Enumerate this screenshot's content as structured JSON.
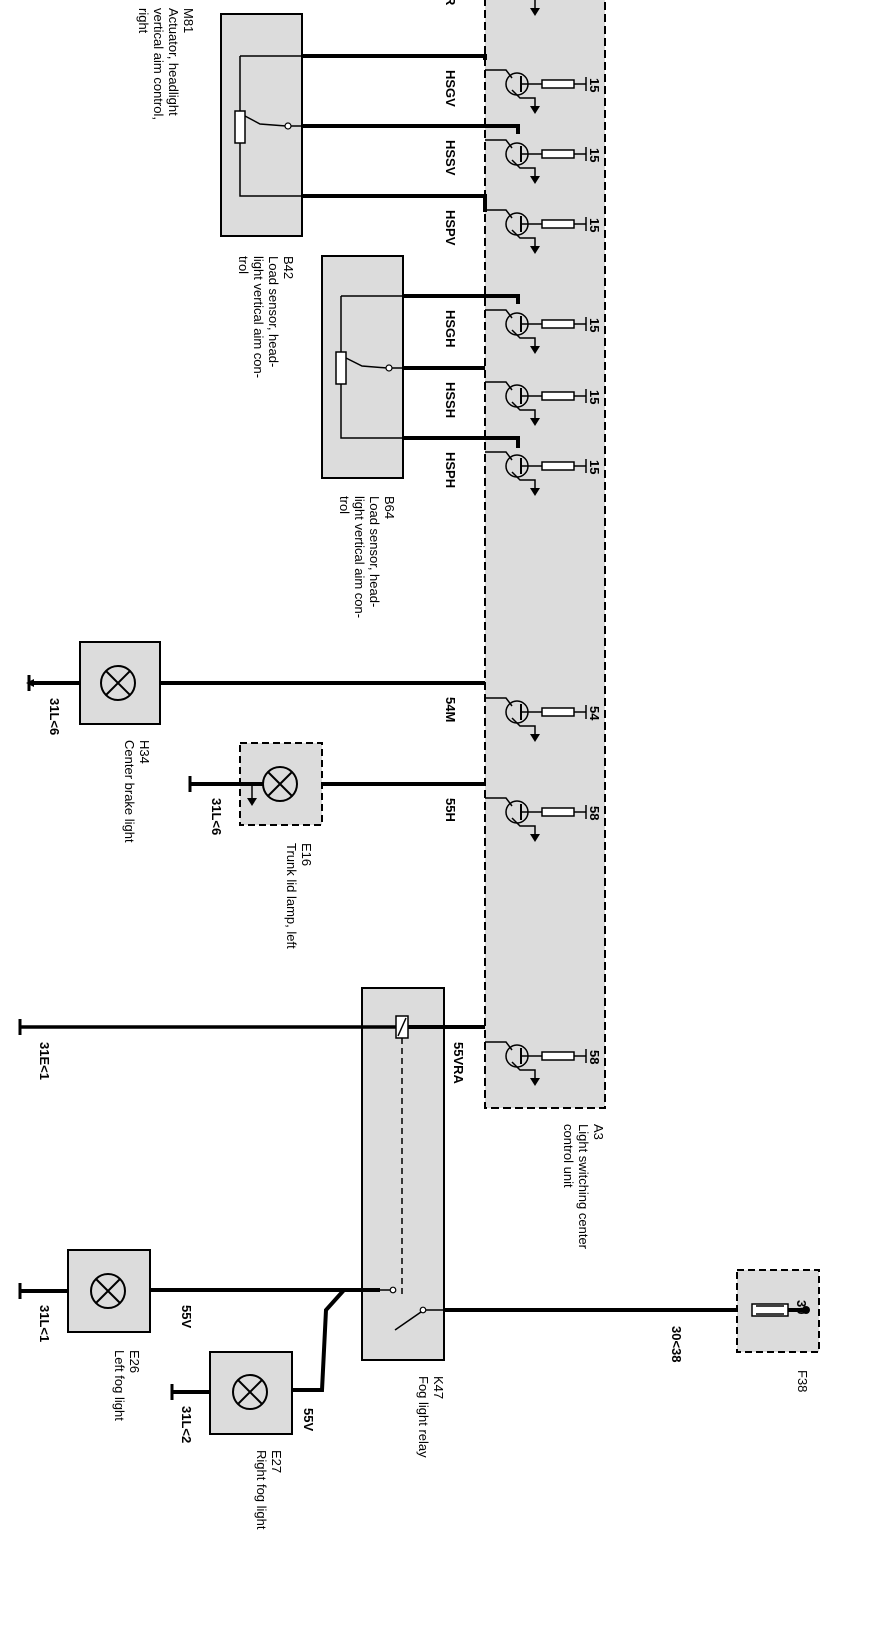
{
  "components": {
    "m81": {
      "id": "M81",
      "lines": [
        "Actuator, headlight",
        "vertical aim  control,",
        "right"
      ]
    },
    "b42": {
      "id": "B42",
      "lines": [
        "Load sensor, head-",
        "light vertical aim   con-",
        "trol"
      ]
    },
    "b64": {
      "id": "B64",
      "lines": [
        "Load sensor, head-",
        "light vertical aim   con-",
        "trol"
      ]
    },
    "h34": {
      "id": "H34",
      "lines": [
        "Center brake light"
      ]
    },
    "e16": {
      "id": "E16",
      "lines": [
        "Trunk lid lamp, left"
      ]
    },
    "a3": {
      "id": "A3",
      "lines": [
        "Light switching center",
        "control unit"
      ]
    },
    "k47": {
      "id": "K47",
      "lines": [
        "Fog light relay"
      ]
    },
    "e26": {
      "id": "E26",
      "lines": [
        "Left fog light"
      ]
    },
    "e27": {
      "id": "E27",
      "lines": [
        "Right fog light"
      ]
    },
    "f38": {
      "id": "F38",
      "lines": []
    }
  },
  "wire_codes": {
    "r": "R",
    "hsgv": "HSGV",
    "hssv": "HSSV",
    "hspv": "HSPV",
    "hsgh": "HSGH",
    "hssh": "HSSH",
    "hsph": "HSPH",
    "w54m": "54M",
    "w55h": "55H",
    "w55vra": "55VRA",
    "w55v_left": "55V",
    "w55v_right": "55V",
    "w30": "30<38"
  },
  "ecu_pins": [
    "15",
    "15",
    "15",
    "15",
    "15",
    "15",
    "54",
    "58",
    "58"
  ],
  "fuse_pin": "30",
  "grounds": {
    "h34": "31L<6",
    "e16": "31L<6",
    "k47": "31E<1",
    "e26": "31L<1",
    "e27": "31L<2"
  }
}
